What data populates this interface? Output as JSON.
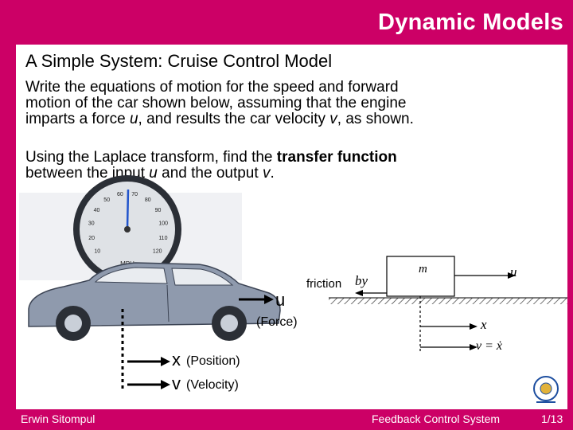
{
  "slide": {
    "title": "Dynamic Models",
    "subtitle": "A Simple System: Cruise Control Model",
    "para1": {
      "l1": "Write the equations of motion for the speed and forward",
      "l2": "motion of the car shown below, assuming that the engine",
      "l3a": "imparts a force ",
      "l3u": "u",
      "l3b": ", and results the car velocity ",
      "l3v": "v",
      "l3c": ", as shown."
    },
    "para2": {
      "l1a": "Using the Laplace transform, find the ",
      "l1b": "transfer function",
      "l2a": "between the input ",
      "l2u": "u",
      "l2b": " and the output ",
      "l2v": "v",
      "l2c": "."
    }
  },
  "figure": {
    "speedometer": {
      "ticks": [
        "10",
        "20",
        "30",
        "40",
        "50",
        "60",
        "70",
        "80",
        "90",
        "100",
        "110",
        "120"
      ],
      "unit": "MPH"
    },
    "u_label": "u",
    "force_label": "(Force)",
    "x_label": "x",
    "x_desc": "(Position)",
    "v_label": "v",
    "v_desc": "(Velocity)",
    "diagram": {
      "mass": "m",
      "friction": "friction",
      "by": "by",
      "u": "u",
      "x": "x",
      "v_eq": "v = ẋ"
    }
  },
  "footer": {
    "author": "Erwin Sitompul",
    "course": "Feedback Control System",
    "page": "1/13"
  },
  "colors": {
    "background": "#cc0066",
    "panel": "#ffffff",
    "car": "#8f9aad"
  }
}
